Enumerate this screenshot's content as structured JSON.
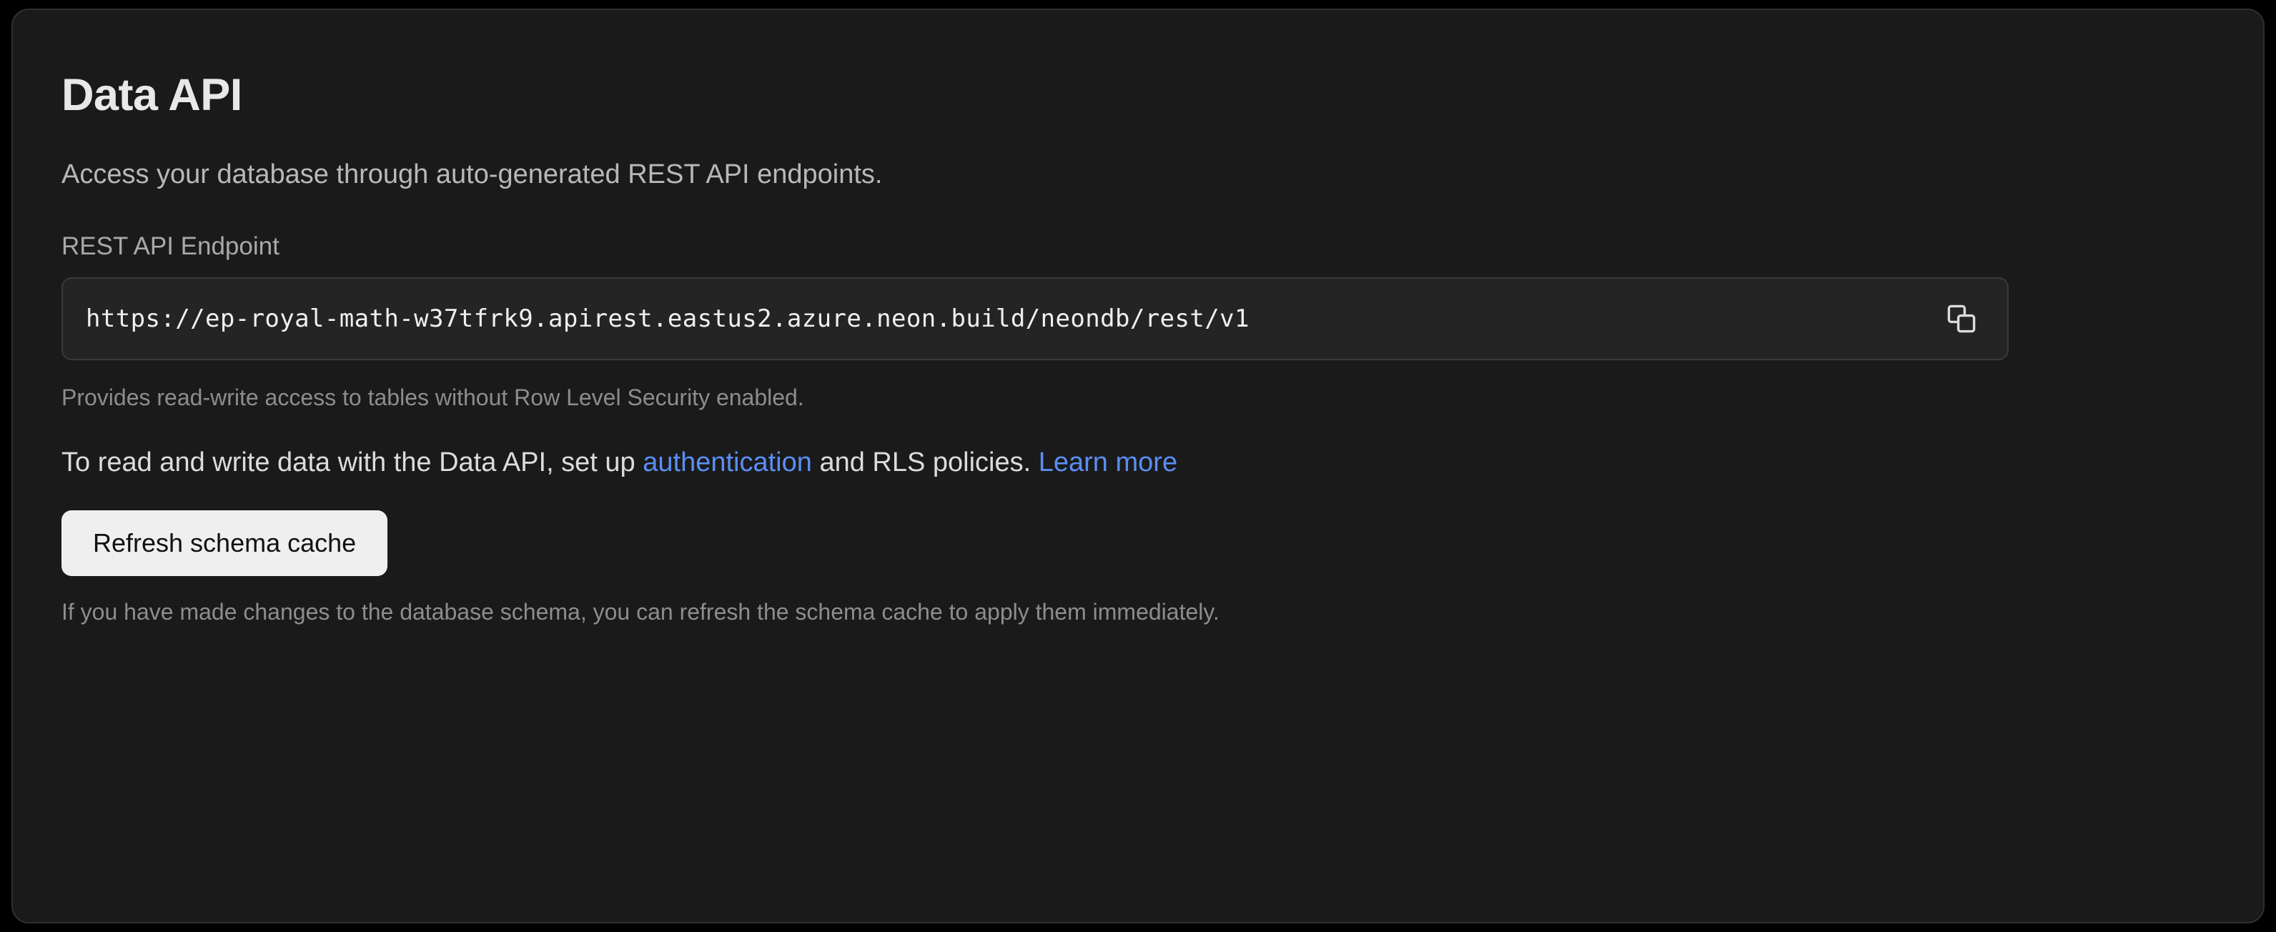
{
  "card": {
    "title": "Data API",
    "subtitle": "Access your database through auto-generated REST API endpoints.",
    "endpoint": {
      "label": "REST API Endpoint",
      "value": "https://ep-royal-math-w37tfrk9.apirest.eastus2.azure.neon.build/neondb/rest/v1",
      "help": "Provides read-write access to tables without Row Level Security enabled.",
      "copy_icon": "copy-icon"
    },
    "note": {
      "lead": "To read and write data with the Data API, set up ",
      "link_authentication": "authentication",
      "middle": " and RLS policies. ",
      "link_learn_more": "Learn more"
    },
    "refresh": {
      "button_label": "Refresh schema cache",
      "footer": "If you have made changes to the database schema, you can refresh the schema cache to apply them immediately."
    }
  },
  "colors": {
    "page_background": "#000000",
    "card_background": "#1a1a1a",
    "card_border": "#303030",
    "input_background": "#242424",
    "input_border": "#3a3a3a",
    "title_text": "#e8e8e8",
    "body_text": "#dcdcdc",
    "muted_text": "#8d8d8d",
    "link_blue": "#5b8ef4",
    "button_background": "#efefef",
    "button_text": "#111111"
  }
}
